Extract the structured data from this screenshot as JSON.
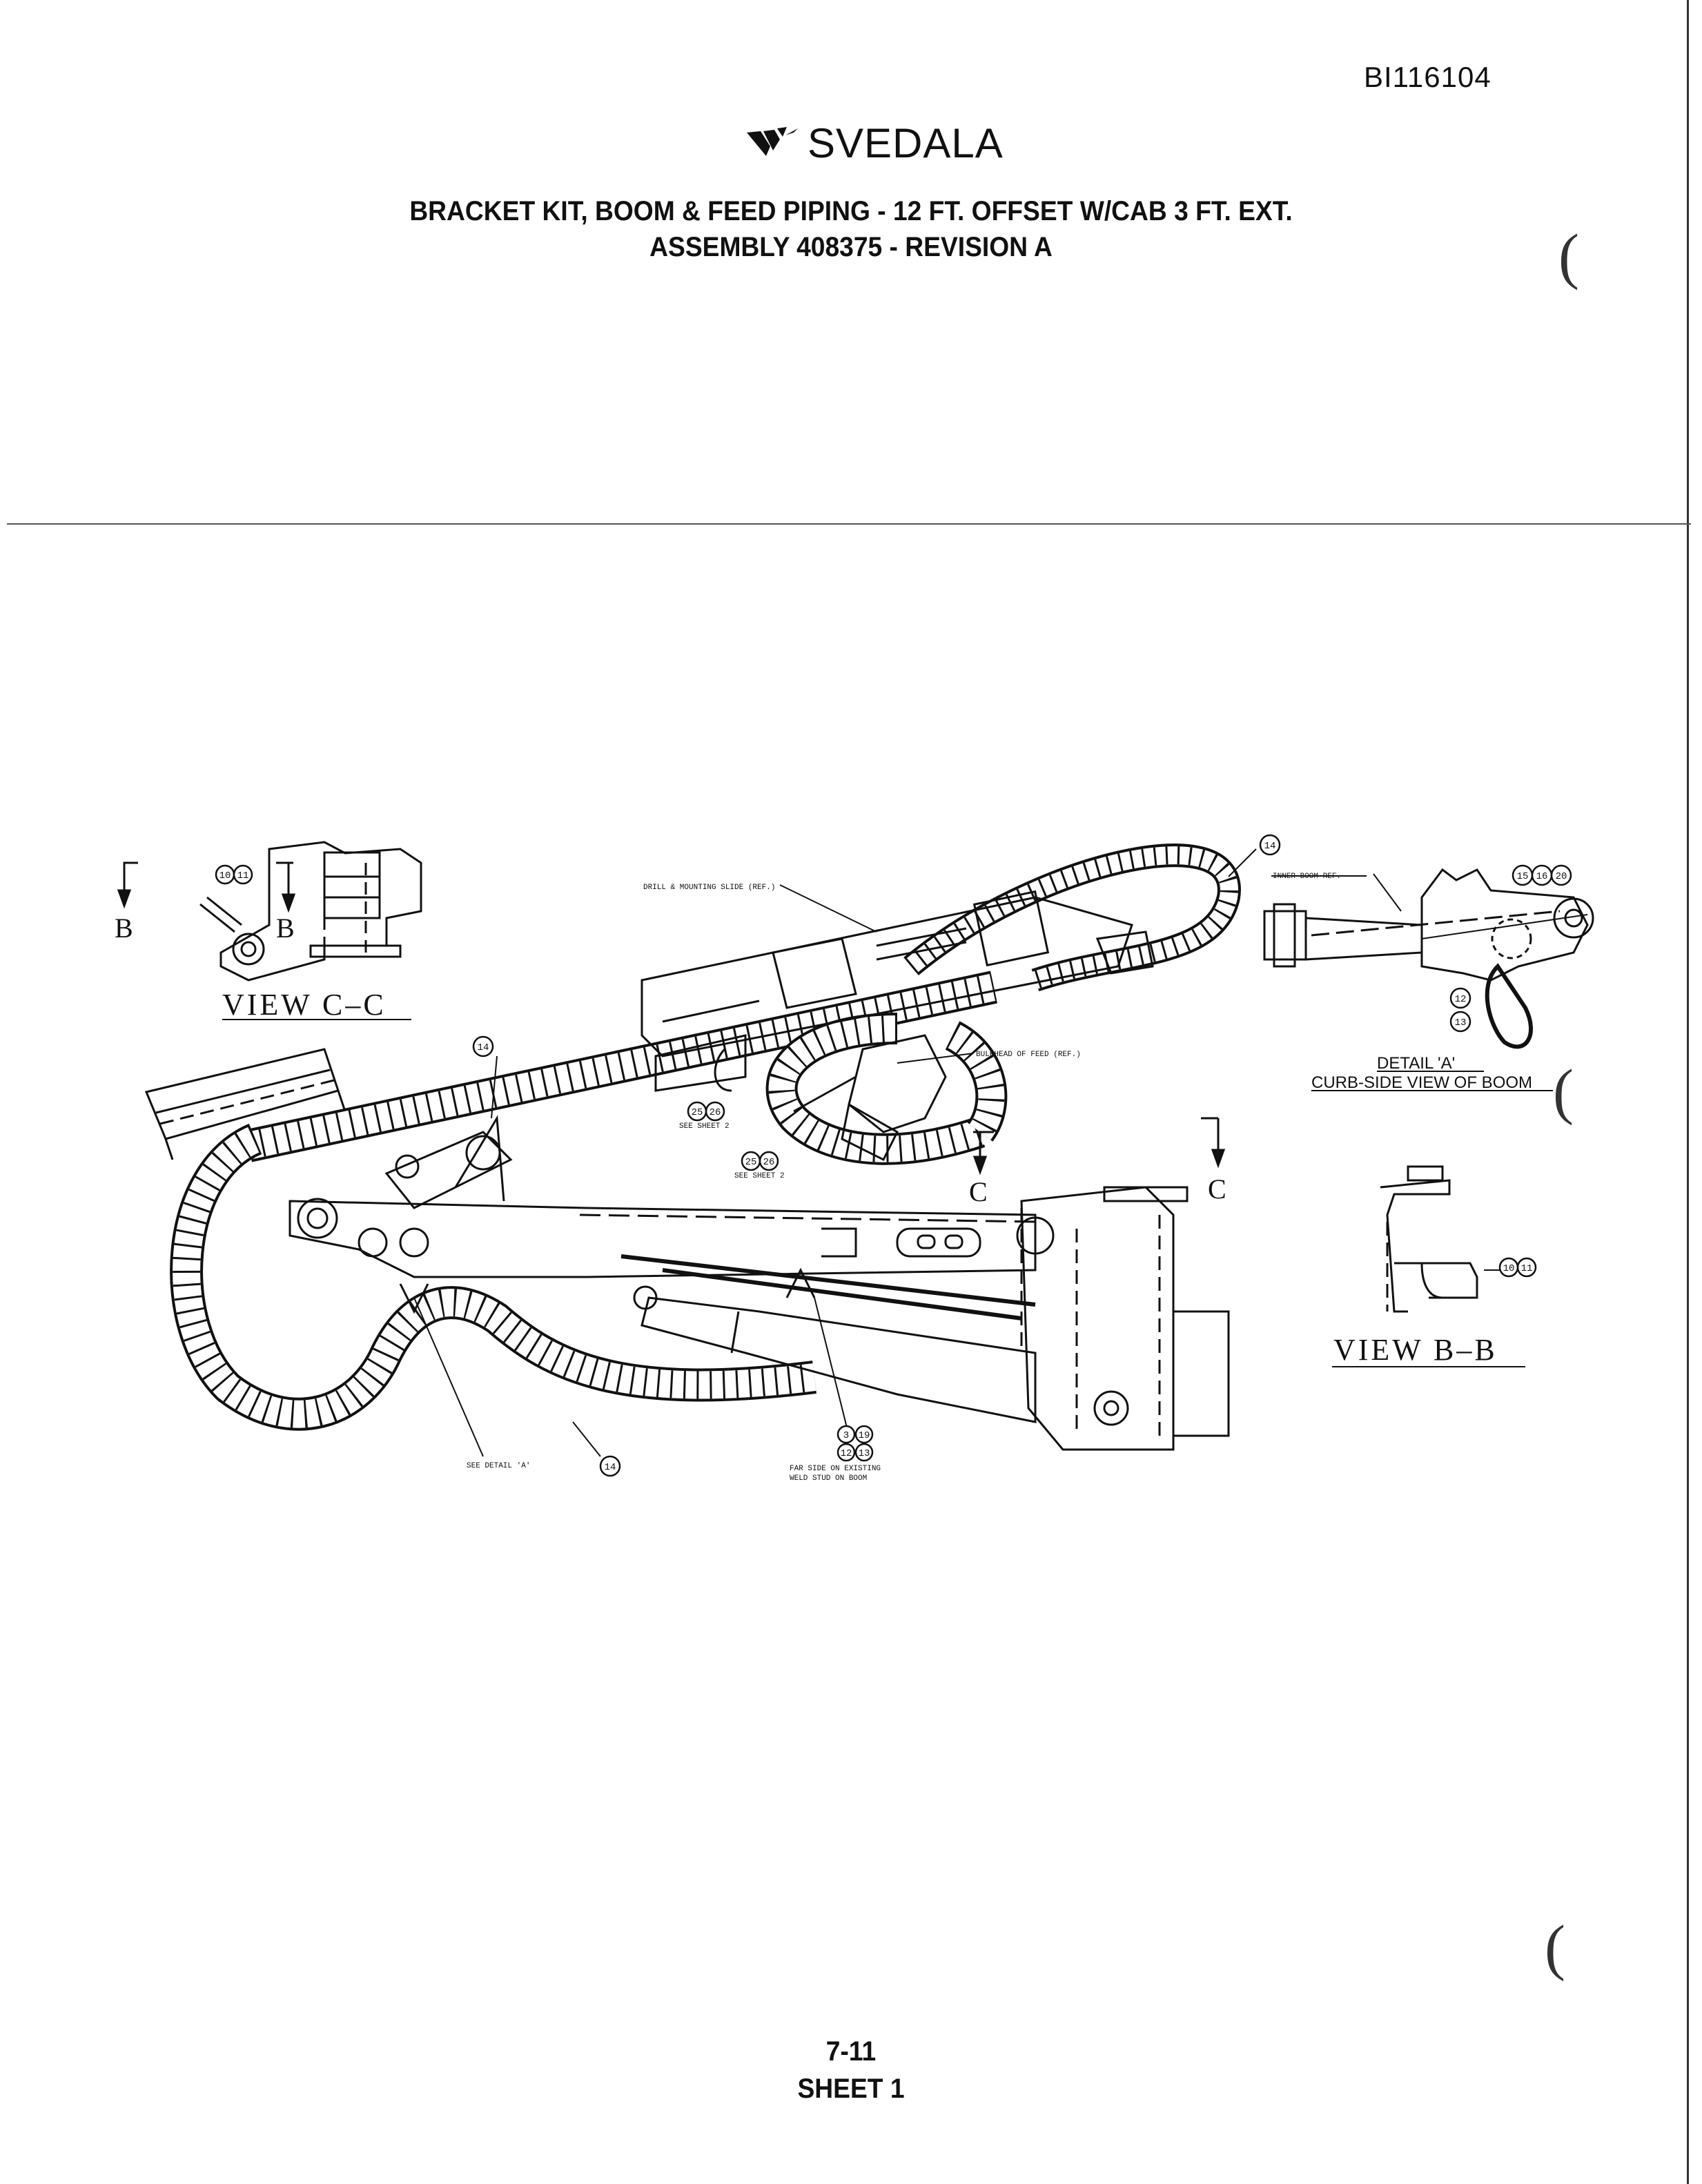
{
  "header": {
    "doc_id": "BI116104",
    "logo_text": "SVEDALA",
    "title_line1": "BRACKET KIT, BOOM & FEED PIPING - 12 FT. OFFSET W/CAB 3 FT. EXT.",
    "title_line2": "ASSEMBLY 408375 - REVISION A"
  },
  "drawing": {
    "view_cc": "VIEW C–C",
    "view_bb": "VIEW B–B",
    "detail_a_title": "DETAIL 'A'",
    "detail_a_subtitle": "CURB-SIDE VIEW OF BOOM",
    "section_b_left": "B",
    "section_b_right": "B",
    "section_c_left": "C",
    "section_c_right": "C",
    "label_drill_slide": "DRILL & MOUNTING SLIDE (REF.)",
    "label_inner_boom": "INNER BOOM REF.",
    "label_bulkhead": "BULKHEAD OF FEED (REF.)",
    "label_see_sheet2_a": "SEE SHEET 2",
    "label_see_sheet2_b": "SEE SHEET 2",
    "label_see_detail_a": "SEE DETAIL 'A'",
    "label_far_side_1": "FAR SIDE ON EXISTING",
    "label_far_side_2": "WELD STUD ON BOOM",
    "balloons": {
      "b_10": "10",
      "b_11": "11",
      "b_14": "14",
      "b_15": "15",
      "b_16": "16",
      "b_20": "20",
      "b_12": "12",
      "b_13": "13",
      "b_25": "25",
      "b_26": "26",
      "b_3": "3",
      "b_19": "19"
    }
  },
  "footer": {
    "page_number": "7-11",
    "sheet": "SHEET 1"
  }
}
